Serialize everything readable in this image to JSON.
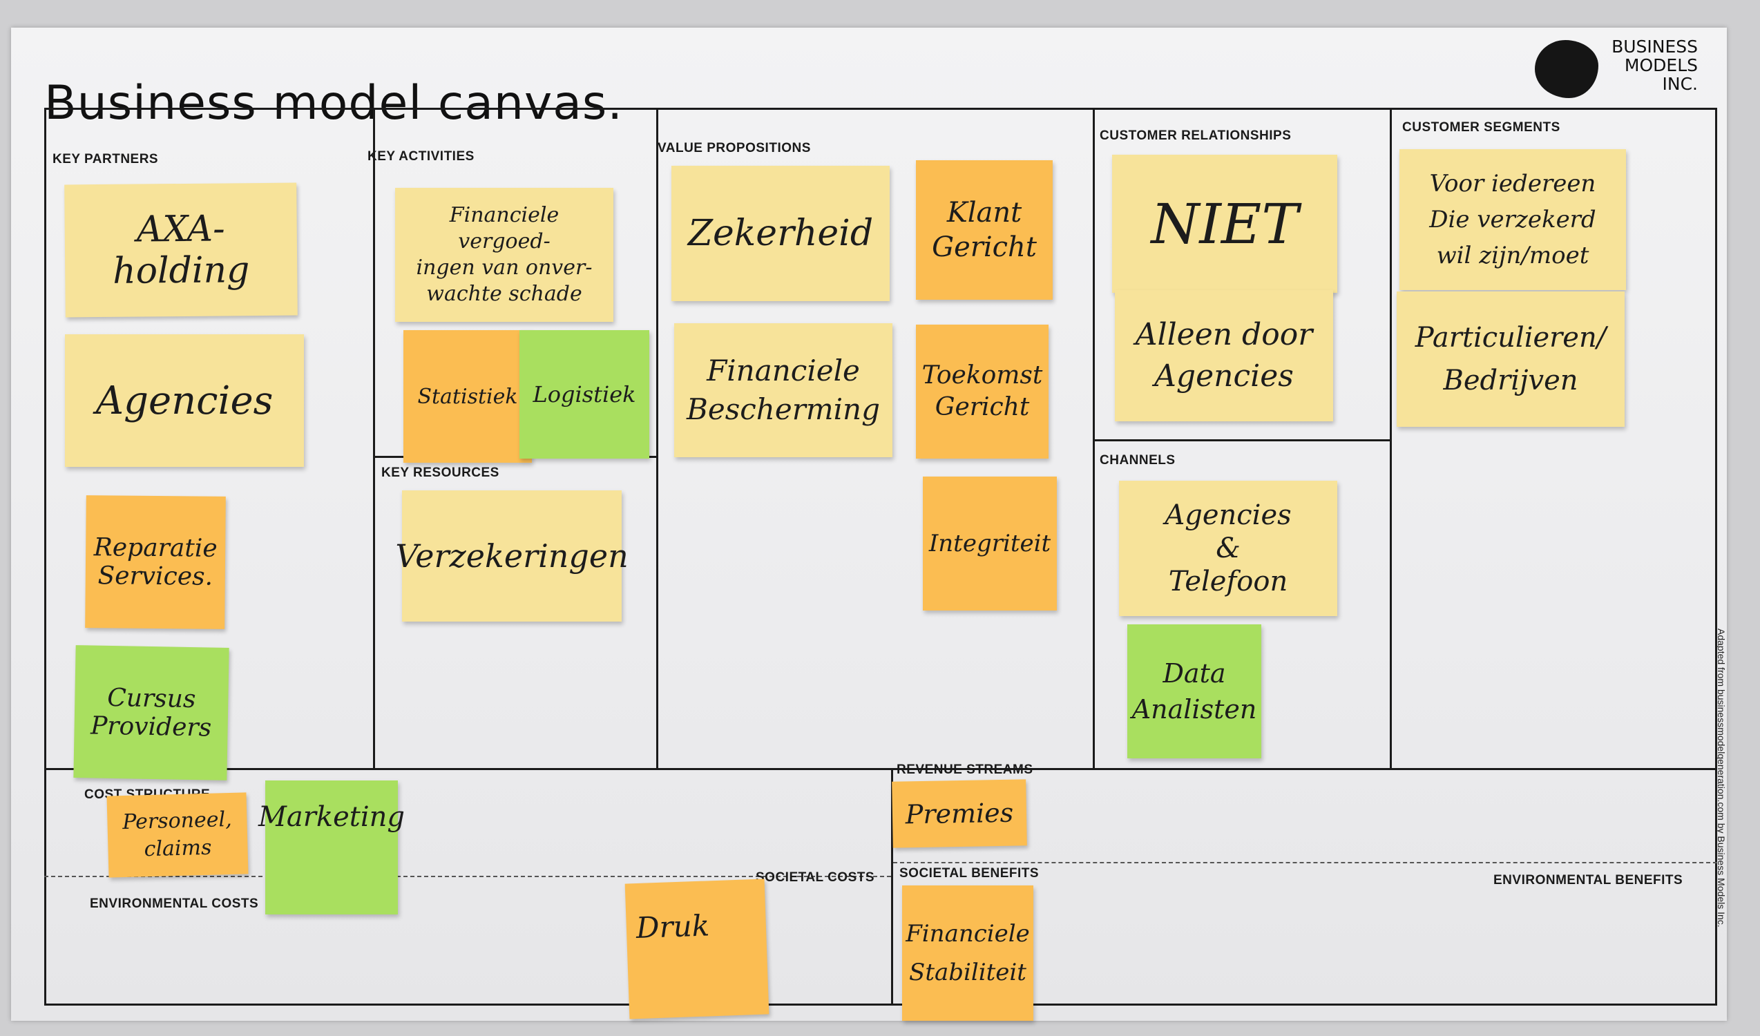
{
  "title": "Business model canvas.",
  "brand": {
    "text": "BUSINESS\nMODELS\nINC."
  },
  "credit": "Adapted from businessmodelgeneration.com by Business Models Inc.",
  "sections": {
    "key_partners": "KEY PARTNERS",
    "key_activities": "KEY ACTIVITIES",
    "key_resources": "KEY RESOURCES",
    "value_propositions": "VALUE PROPOSITIONS",
    "customer_relationships": "CUSTOMER RELATIONSHIPS",
    "channels": "CHANNELS",
    "customer_segments": "CUSTOMER SEGMENTS",
    "cost_structure": "COST STRUCTURE",
    "revenue_streams": "REVENUE STREAMS",
    "environmental_costs": "ENVIRONMENTAL COSTS",
    "societal_costs": "SOCIETAL COSTS",
    "societal_benefits": "SOCIETAL BENEFITS",
    "environmental_benefits": "ENVIRONMENTAL BENEFITS"
  },
  "notes": {
    "axa_holding": "AXA-holding",
    "agencies": "Agencies",
    "reparatie_services": "Reparatie\nServices.",
    "cursus_providers": "Cursus\nProviders",
    "financiele_vergoedingen": "Financiele vergoed-\ningen van onver-\nwachte schade",
    "statistiek": "Statistiek",
    "logistiek": "Logistiek",
    "verzekeringen": "Verzekeringen",
    "zekerheid": "Zekerheid",
    "klant_gericht": "Klant\nGericht",
    "financiele_bescherming": "Financiele\nBescherming",
    "toekomst_gericht": "Toekomst\nGericht",
    "integriteit": "Integriteit",
    "niet": "NIET",
    "alleen_door_agencies": "Alleen door\nAgencies",
    "agencies_telefoon": "Agencies\n&\nTelefoon",
    "data_analisten": "Data\nAnalisten",
    "voor_iedereen": "Voor iedereen\nDie verzekerd\nwil zijn/moet",
    "particulieren_bedrijven": "Particulieren/\nBedrijven",
    "personeel_claims": "Personeel,\nclaims",
    "marketing": "Marketing",
    "premies": "Premies",
    "druk": "Druk",
    "financiele_stabiliteit": "Financiele\nStabiliteit"
  },
  "colors": {
    "yellow_note": "#f7e39a",
    "orange_note": "#fbbd52",
    "green_note": "#a9df5f",
    "board": "#f0f0f1",
    "lines": "#1b1b1b"
  }
}
